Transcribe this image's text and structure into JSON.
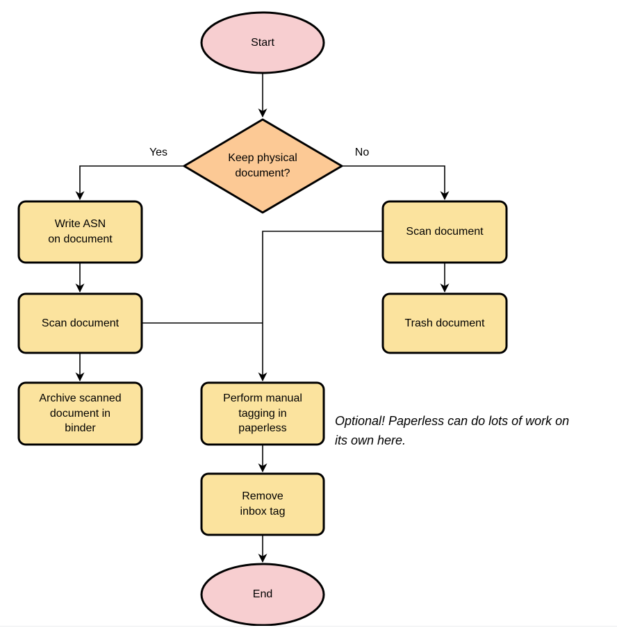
{
  "colors": {
    "node_pink": "#F7CED0",
    "node_orange": "#FCC995",
    "node_yellow": "#FBE39E",
    "stroke": "#000000",
    "canvas_bg": "#FFFFFF",
    "edge_line": "#000000",
    "bottom_rule": "#E9EBEE"
  },
  "nodes": {
    "start": {
      "label": "Start",
      "type": "terminator"
    },
    "decision": {
      "label": "Keep physical\ndocument?",
      "type": "decision"
    },
    "write_asn": {
      "label": "Write ASN\non document",
      "type": "process"
    },
    "scan_left": {
      "label": "Scan document",
      "type": "process"
    },
    "archive": {
      "label": "Archive scanned\ndocument in\nbinder",
      "type": "process"
    },
    "scan_right": {
      "label": "Scan document",
      "type": "process"
    },
    "trash": {
      "label": "Trash document",
      "type": "process"
    },
    "tagging": {
      "label": "Perform manual\ntagging in\npaperless",
      "type": "process"
    },
    "remove_inbox": {
      "label": "Remove\ninbox tag",
      "type": "process"
    },
    "end": {
      "label": "End",
      "type": "terminator"
    }
  },
  "edge_labels": {
    "yes": "Yes",
    "no": "No"
  },
  "annotation": {
    "text": "Optional! Paperless can do lots of work on\nits own here."
  }
}
